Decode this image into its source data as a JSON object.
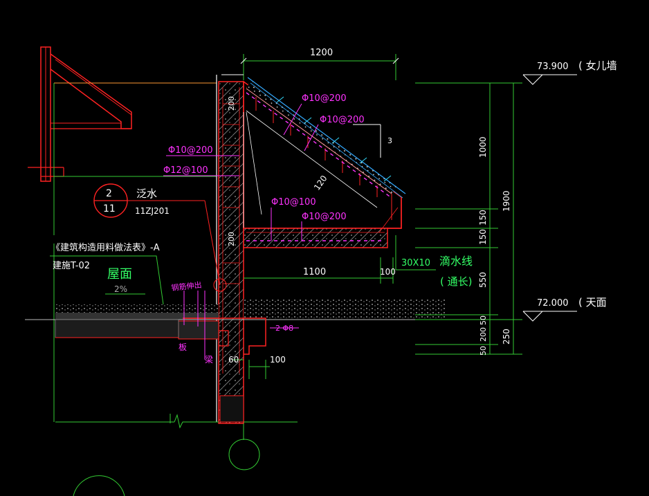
{
  "dimensions": {
    "top_width": "1200",
    "canopy_inner": "1100",
    "drip_offset": "100",
    "right_1000": "1000",
    "right_150_upper": "150",
    "right_150_lower": "150",
    "right_550": "550",
    "right_50_upper": "50",
    "right_200": "200",
    "right_50_lower": "50",
    "right_total_1900": "1900",
    "right_250": "250",
    "gap_60": "60",
    "offset_100_bottom": "100",
    "slope_rise": "3",
    "slab_thickness_120": "120",
    "wall_200_upper": "200",
    "wall_200_mid": "200"
  },
  "elevations": {
    "parapet_value": "73.900",
    "parapet_label": "( 女儿墙",
    "roof_value": "72.000",
    "roof_label": "( 天面"
  },
  "rebar": {
    "slope_a": "Φ10@200",
    "slope_b": "Φ10@200",
    "wall_a": "Φ10@200",
    "wall_b": "Φ12@100",
    "canopy_a": "Φ10@100",
    "canopy_b": "Φ10@200",
    "beam_bars": "2 Φ8",
    "rebar_extend": "钢筋伸出"
  },
  "detail_ref": {
    "title": "泛水",
    "top": "2",
    "bottom": "11",
    "atlas": "11ZJ201"
  },
  "notes": {
    "spec_ref": "《建筑构造用料做法表》-A",
    "drawing_ref": "建施T-02",
    "roof_label": "屋面",
    "slope": "2%",
    "drip_size": "30X10",
    "drip_label": "滴水线",
    "drip_note": "( 通长)",
    "slab_mark": "板",
    "beam_mark": "梁"
  },
  "colors": {
    "background": "#000000",
    "dimension": "#ffffff",
    "rebar_text": "#ff33ff",
    "concrete_outline": "#ff2222",
    "dim_line": "#33cc33",
    "annotation_green": "#33ff66",
    "waterproof": "#33aaff",
    "hatch": "#888888"
  }
}
